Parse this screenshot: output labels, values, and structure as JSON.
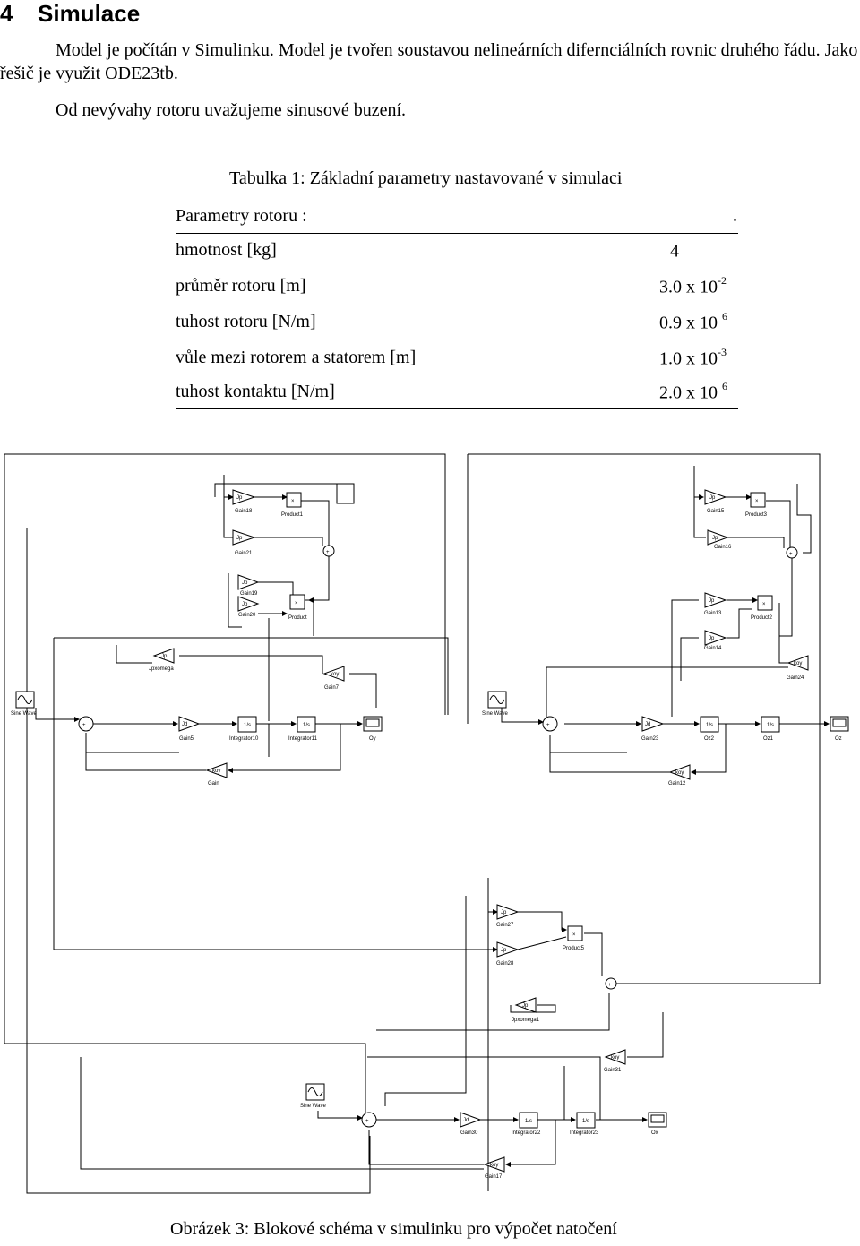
{
  "section": {
    "number": "4",
    "title": "Simulace"
  },
  "paragraphs": [
    "Model je počítán v Simulinku. Model je tvořen soustavou nelineárních difernciálních rovnic druhého řádu. Jako řešič je využit ODE23tb.",
    "Od nevývahy rotoru uvažujeme sinusové buzení."
  ],
  "table": {
    "caption": "Tabulka 1: Základní parametry nastavované v simulaci",
    "header": "Parametry rotoru :",
    "header_trailing": ".",
    "rows": [
      {
        "name": "hmotnost [kg]",
        "value": "4",
        "exp": ""
      },
      {
        "name": "průměr rotoru [m]",
        "value": "3.0 x 10",
        "exp": "-2"
      },
      {
        "name": "tuhost rotoru [N/m]",
        "value": "0.9 x 10 ",
        "exp": "6"
      },
      {
        "name": "vůle mezi rotorem a statorem [m]",
        "value": "1.0 x 10",
        "exp": "-3"
      },
      {
        "name": "tuhost kontaktu [N/m]",
        "value": "2.0 x 10 ",
        "exp": "6"
      }
    ]
  },
  "figure": {
    "caption": "Obrázek 3: Blokové schéma v simulinku pro výpočet natočení",
    "blocks": {
      "gain18": {
        "sym": "Jp",
        "label": "Gain18"
      },
      "gain21": {
        "sym": "Jp",
        "label": "Gain21"
      },
      "gain19": {
        "sym": "Jp",
        "label": "Gain19"
      },
      "gain20": {
        "sym": "Jp",
        "label": "Gain20"
      },
      "product1": {
        "sym": "×",
        "label": "Product1"
      },
      "product": {
        "sym": "×",
        "label": "Product"
      },
      "jpxomega": {
        "sym": "Jp",
        "label": "Jpxomega"
      },
      "gain7": {
        "sym": "koy",
        "label": "Gain7"
      },
      "sinewave1": {
        "label": "Sine Wave"
      },
      "gain5": {
        "sym": "Jd",
        "label": "Gain5"
      },
      "integrator10": {
        "sym": "1/s",
        "label": "Integrator10"
      },
      "integrator11": {
        "sym": "1/s",
        "label": "Integrator11"
      },
      "oy": {
        "label": "Oy"
      },
      "gain": {
        "sym": "koy",
        "label": "Gain"
      },
      "gain15": {
        "sym": "Jp",
        "label": "Gain15"
      },
      "gain16": {
        "sym": "Jp",
        "label": "Gain16"
      },
      "gain13": {
        "sym": "Jp",
        "label": "Gain13"
      },
      "gain14": {
        "sym": "Jp",
        "label": "Gain14"
      },
      "product3": {
        "sym": "×",
        "label": "Product3"
      },
      "product2": {
        "sym": "×",
        "label": "Product2"
      },
      "gain24": {
        "sym": "koy",
        "label": "Gain24"
      },
      "sinewave2": {
        "label": "Sine Wave"
      },
      "gain23": {
        "sym": "Jd",
        "label": "Gain23"
      },
      "oz2": {
        "sym": "1/s",
        "label": "Oz2"
      },
      "oz1": {
        "sym": "1/s",
        "label": "Oz1"
      },
      "oz": {
        "label": "Oz"
      },
      "gain12": {
        "sym": "koy",
        "label": "Gain12"
      },
      "gain27": {
        "sym": "Jp",
        "label": "Gain27"
      },
      "gain28": {
        "sym": "Jp",
        "label": "Gain28"
      },
      "product5": {
        "sym": "×",
        "label": "Product5"
      },
      "jpxomega1": {
        "sym": "Jp",
        "label": "Jpxomega1"
      },
      "gain31": {
        "sym": "koy",
        "label": "Gain31"
      },
      "sinewave3": {
        "label": "Sine Wave"
      },
      "gain30": {
        "sym": "Jd",
        "label": "Gain30"
      },
      "integrator22": {
        "sym": "1/s",
        "label": "Integrator22"
      },
      "integrator23": {
        "sym": "1/s",
        "label": "Integrator23"
      },
      "ox": {
        "label": "Ox"
      },
      "gain17": {
        "sym": "koy",
        "label": "Gain17"
      }
    }
  }
}
